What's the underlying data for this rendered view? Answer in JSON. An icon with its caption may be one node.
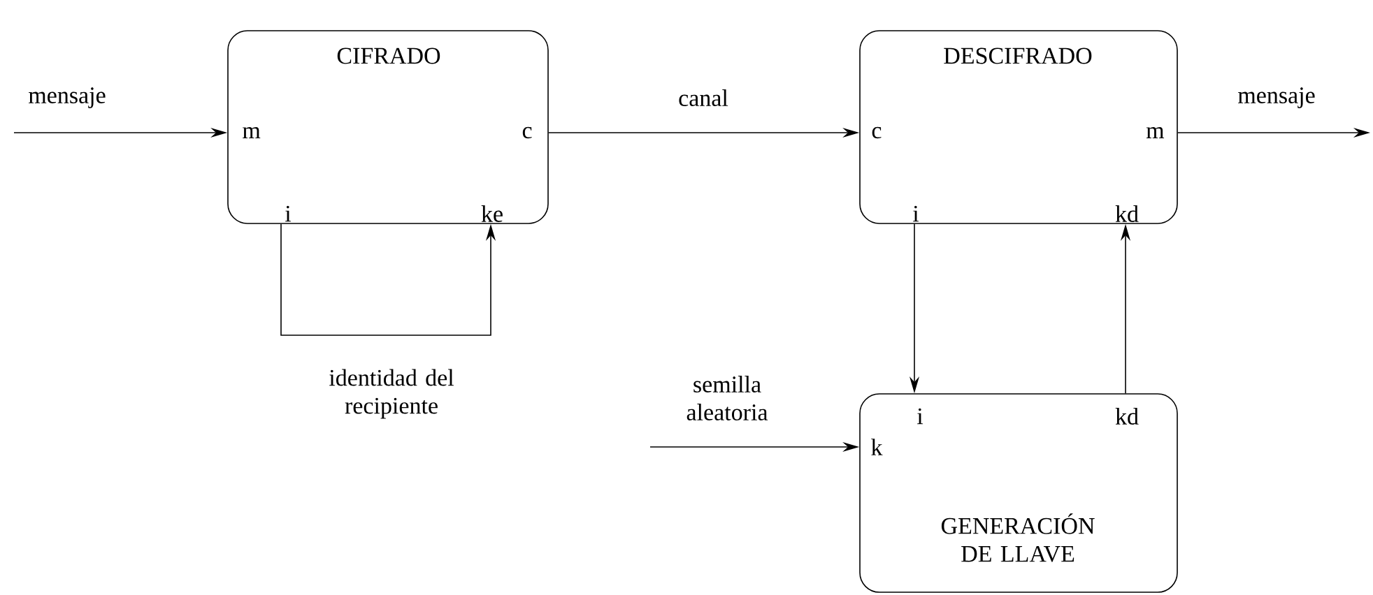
{
  "diagram": {
    "nodes": [
      {
        "text": [
          "CIFRADO",
          "m",
          "c",
          "i",
          "ke"
        ]
      },
      {
        "text": [
          "DESCIFRADO",
          "c",
          "m",
          "i",
          "kd"
        ]
      },
      {
        "text": [
          "i",
          "kd",
          "k",
          "GENERACIÓN DE LLAVE"
        ]
      }
    ],
    "edges": [
      {
        "from": null,
        "to": 0,
        "arrow": "to",
        "label": "mensaje"
      },
      {
        "from": 0,
        "to": 1,
        "arrow": "to",
        "label": "canal"
      },
      {
        "from": 1,
        "to": null,
        "arrow": "to",
        "label": "mensaje"
      },
      {
        "from": 0,
        "to": 0,
        "arrow": "to",
        "label": "identidad del recipiente"
      },
      {
        "from": 1,
        "to": 2,
        "arrow": "to"
      },
      {
        "from": 2,
        "to": 1,
        "arrow": "to"
      },
      {
        "from": null,
        "to": 2,
        "arrow": "to",
        "label": "semilla aleatoria"
      }
    ]
  }
}
